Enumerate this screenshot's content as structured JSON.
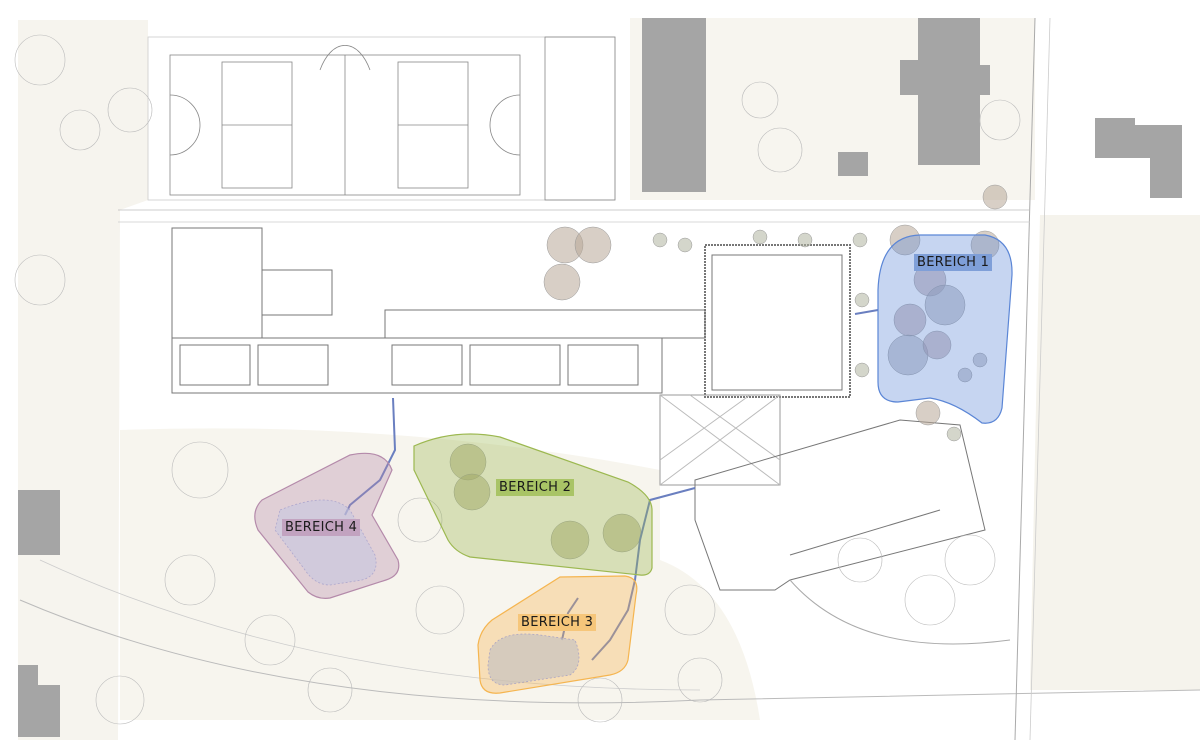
{
  "zones": [
    {
      "id": "1",
      "label": "BEREICH 1",
      "color": "#5b86d6",
      "label_bg": "#7f9fd8"
    },
    {
      "id": "2",
      "label": "BEREICH 2",
      "color": "#9cb850",
      "label_bg": "#a9c466"
    },
    {
      "id": "3",
      "label": "BEREICH 3",
      "color": "#f5b550",
      "label_bg": "#f6c67a"
    },
    {
      "id": "4",
      "label": "BEREICH 4",
      "color": "#b48aaa",
      "label_bg": "#c2a3c0"
    }
  ]
}
